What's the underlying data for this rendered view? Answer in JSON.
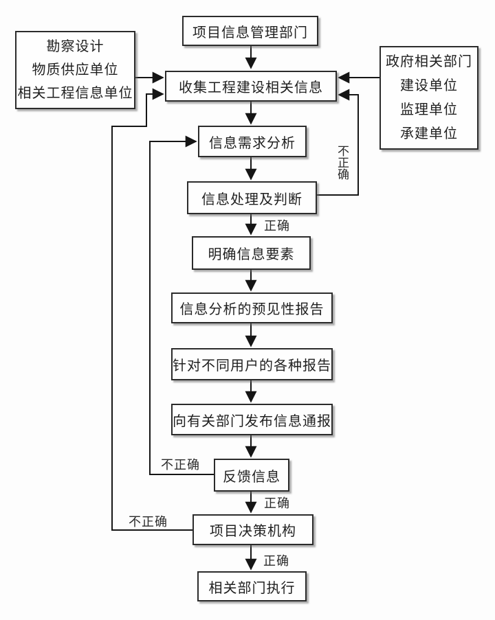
{
  "nodes": {
    "info_dept": "项目信息管理部门",
    "collect": "收集工程建设相关信息",
    "demand": "信息需求分析",
    "process": "信息处理及判断",
    "clarify": "明确信息要素",
    "predict": "信息分析的预见性报告",
    "reports": "针对不同用户的各种报告",
    "publish": "向有关部门发布信息通报",
    "feedback": "反馈信息",
    "decision": "项目决策机构",
    "execute": "相关部门执行"
  },
  "left_sources": {
    "lines": [
      "勘察设计",
      "物质供应单位",
      "相关工程信息单位"
    ]
  },
  "right_sources": {
    "lines": [
      "政府相关部门",
      "建设单位",
      "监理单位",
      "承建单位"
    ]
  },
  "edge_labels": {
    "correct": "正确",
    "incorrect": "不正确"
  },
  "colors": {
    "line": "#1a1a1a",
    "border": "#2b2b2b",
    "background": "#fdfdfd"
  }
}
